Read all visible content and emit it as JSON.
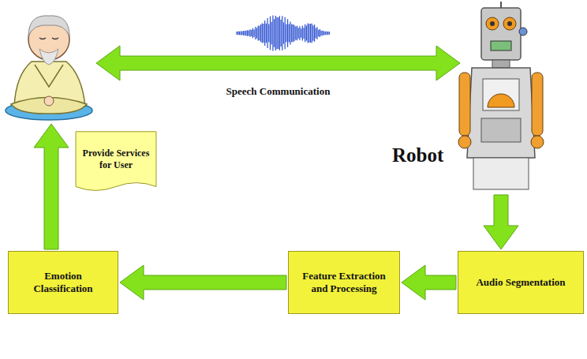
{
  "diagram": {
    "nodes": [
      {
        "text": [
          "User"
        ]
      },
      {
        "text": [
          "Robot"
        ]
      },
      {
        "text": [
          "Audio Segmentation"
        ]
      },
      {
        "text": [
          "Feature Extraction and Processing"
        ]
      },
      {
        "text": [
          "Emotion Classification"
        ]
      },
      {
        "text": [
          "Provide Services for User"
        ]
      }
    ],
    "edges": [
      {
        "from": 0,
        "to": 1,
        "arrow": "both",
        "label": "Speech Communication"
      },
      {
        "from": 1,
        "to": 2,
        "arrow": "to"
      },
      {
        "from": 2,
        "to": 3,
        "arrow": "to"
      },
      {
        "from": 3,
        "to": 4,
        "arrow": "to"
      },
      {
        "from": 4,
        "to": 0,
        "arrow": "to"
      }
    ]
  }
}
